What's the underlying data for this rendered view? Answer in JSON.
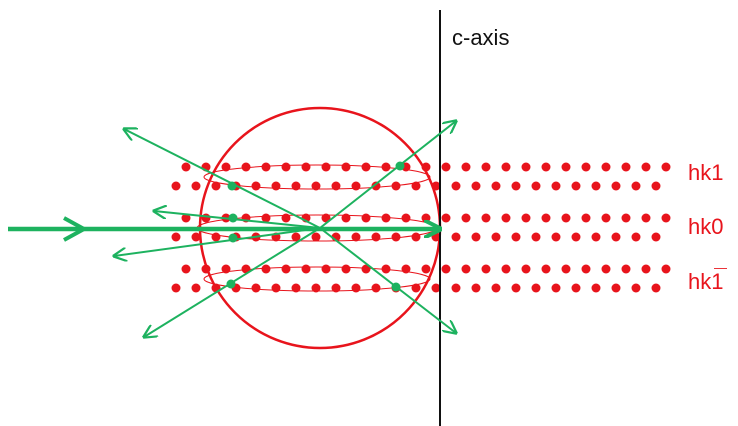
{
  "labels": {
    "axis": "c-axis",
    "layer_top": "hk1",
    "layer_mid": "hk0",
    "layer_bot_base": "hk1",
    "layer_bot_bar": "—"
  },
  "colors": {
    "sphere": "#e8141c",
    "spots": "#e8141c",
    "rays": "#1db25f",
    "axis": "#111111",
    "label_axis": "#111111",
    "label_layers": "#e8141c"
  }
}
